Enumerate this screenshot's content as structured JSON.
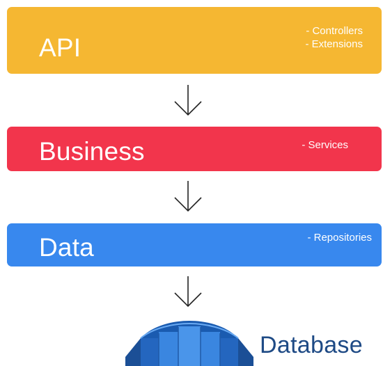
{
  "colors": {
    "api": "#f5b732",
    "business": "#f2354c",
    "data": "#3888ee",
    "arrow": "#222222",
    "db_label": "#1e4a85"
  },
  "layers": [
    {
      "title": "API",
      "notes": [
        "- Controllers",
        "- Extensions"
      ]
    },
    {
      "title": "Business",
      "notes": [
        "- Services"
      ]
    },
    {
      "title": "Data",
      "notes": [
        "- Repositories"
      ]
    }
  ],
  "database": {
    "label": "Database",
    "icon": "database-cylinder-icon"
  }
}
